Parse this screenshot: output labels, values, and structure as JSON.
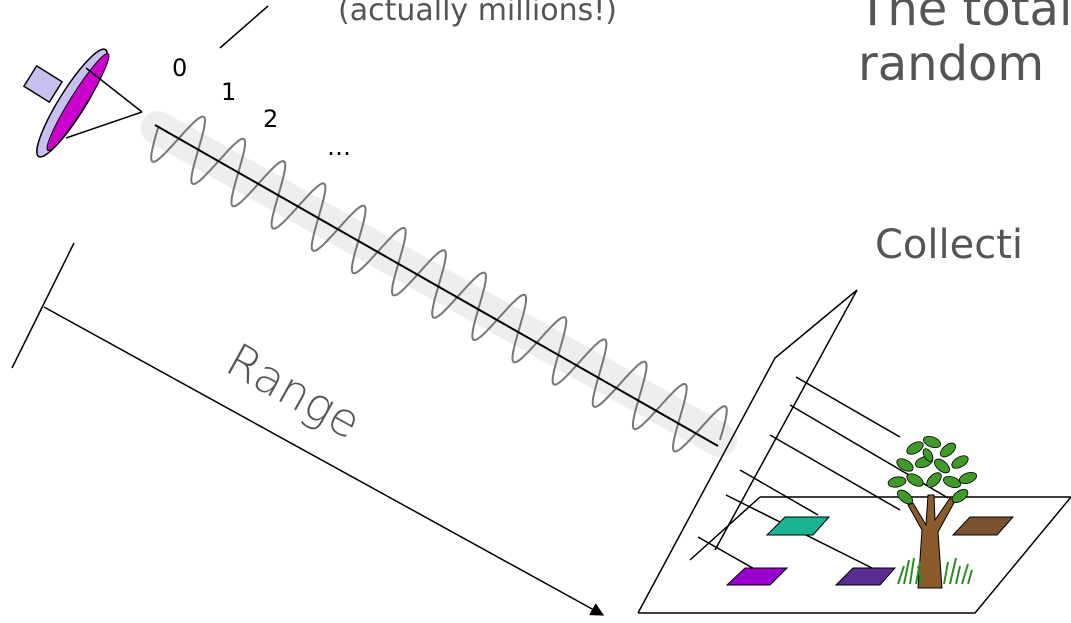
{
  "caption_fragment": "(actually millions!)",
  "text_fragments": {
    "top_right_line1": "The total",
    "top_right_line2": "random",
    "middle_right": "Collecti"
  },
  "pulse_labels": [
    "0",
    "1",
    "2",
    "…"
  ],
  "range_label": "Range",
  "colors": {
    "antenna_dish_fill": "#cc00cc",
    "antenna_body_fill": "#c8c0f0",
    "patch_teal": "#1ab394",
    "patch_purple_left": "#9900cc",
    "patch_purple_right": "#5b2c8f",
    "patch_brown": "#7a5230",
    "tree_trunk": "#8b5a2b",
    "leaf_green": "#3f9a2a",
    "grass_green": "#2e8b22"
  },
  "icons": {
    "antenna": "radar-antenna-icon",
    "tree": "tree-icon",
    "grass": "grass-icon"
  }
}
